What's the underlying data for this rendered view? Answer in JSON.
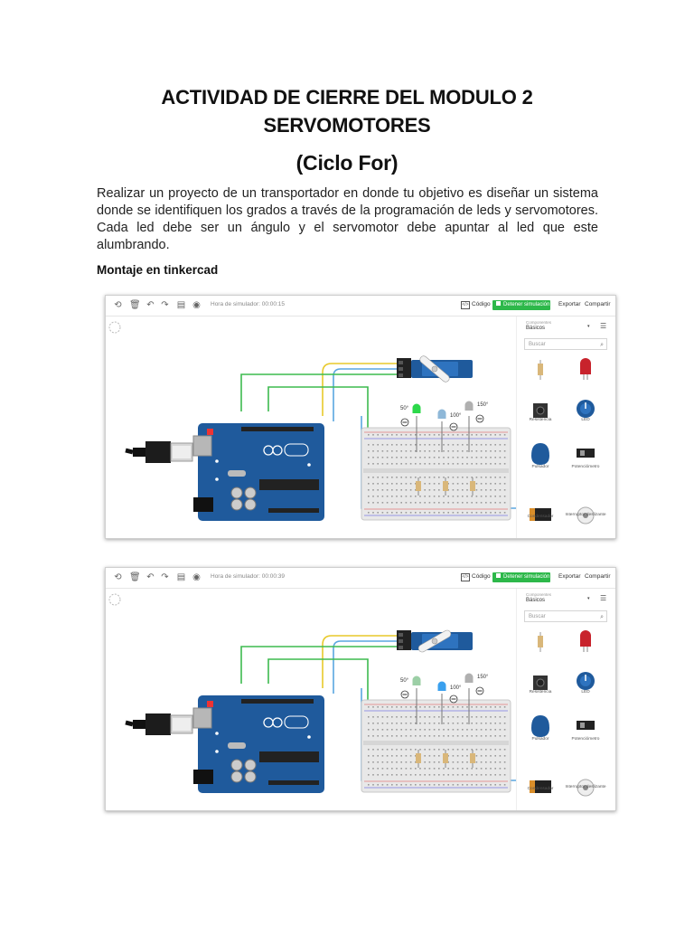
{
  "document": {
    "title_line1": "ACTIVIDAD DE CIERRE DEL MODULO 2",
    "title_line2": "SERVOMOTORES",
    "title_line3": "(Ciclo For)",
    "paragraph": "Realizar un proyecto de un transportador en donde tu objetivo es diseñar un sistema donde se identifiquen los grados a través de la programación de leds y servomotores. Cada led debe ser un ángulo y el servomotor debe apuntar al led que este alumbrando.",
    "subheading": "Montaje en tinkercad"
  },
  "screenshots": [
    {
      "sim_time": "Hora de simulador: 00:00:15",
      "code_label": "Código",
      "stop_label": "Detener simulación",
      "export_label": "Exportar",
      "share_label": "Compartir",
      "components_label": "Componentes",
      "components_value": "Básicos",
      "search_placeholder": "Buscar",
      "angles": [
        "50°",
        "100°",
        "150°"
      ],
      "active_led": 0,
      "servo_angle": 50,
      "components": [
        "Resistencia",
        "LED",
        "Pulsador",
        "Potenciómetro",
        "Condensador",
        "Interruptor deslizante"
      ]
    },
    {
      "sim_time": "Hora de simulador: 00:00:39",
      "code_label": "Código",
      "stop_label": "Detener simulación",
      "export_label": "Exportar",
      "share_label": "Compartir",
      "components_label": "Componentes",
      "components_value": "Básicos",
      "search_placeholder": "Buscar",
      "angles": [
        "50°",
        "100°",
        "150°"
      ],
      "active_led": 1,
      "servo_angle": 100,
      "components": [
        "Resistencia",
        "LED",
        "Pulsador",
        "Potenciómetro",
        "Condensador",
        "Interruptor deslizante"
      ]
    }
  ],
  "colors": {
    "arduino": "#1f5a9c",
    "breadboard": "#e8e8e8",
    "sim_button": "#2db84a",
    "wire_yellow": "#e8c92a",
    "wire_green": "#3dbb4f",
    "wire_blue": "#5aa6e0",
    "led_green": "#2cd84a",
    "led_blue": "#3aa0ee",
    "led_gray": "#aaaaaa",
    "led_red": "#c8232c"
  }
}
